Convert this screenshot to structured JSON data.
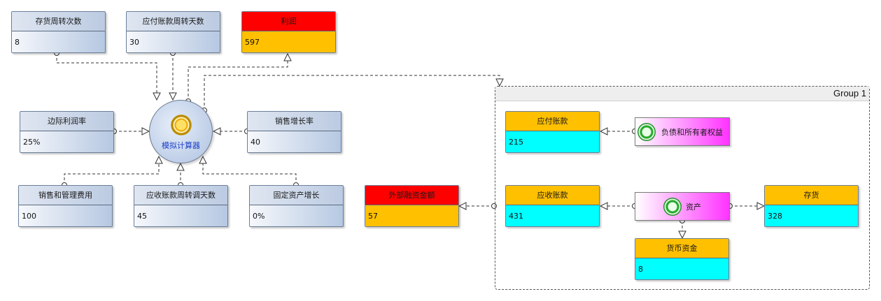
{
  "nodes": {
    "inventory_turnover": {
      "title": "存货周转次数",
      "value": "8"
    },
    "payables_days": {
      "title": "应付账款周转天数",
      "value": "30"
    },
    "profit": {
      "title": "利润",
      "value": "597"
    },
    "margin": {
      "title": "边际利润率",
      "value": "25%"
    },
    "sales_growth": {
      "title": "销售增长率",
      "value": "40"
    },
    "sga": {
      "title": "销售和管理费用",
      "value": "100"
    },
    "receivables_days": {
      "title": "应收账款周转调天数",
      "value": "45"
    },
    "fixed_asset_growth": {
      "title": "固定资产增长",
      "value": "0%"
    },
    "external_financing": {
      "title": "外部融资金额",
      "value": "57"
    },
    "accounts_payable": {
      "title": "应付账款",
      "value": "215"
    },
    "accounts_receivable": {
      "title": "应收账款",
      "value": "431"
    },
    "inventory": {
      "title": "存货",
      "value": "328"
    },
    "cash": {
      "title": "货币资金",
      "value": "8"
    }
  },
  "calculator": {
    "label": "模拟计算器",
    "icon": "target-icon"
  },
  "liabilities_equity": {
    "label": "负债和所有者权益",
    "icon": "green-circle-icon"
  },
  "assets": {
    "label": "资产",
    "icon": "green-circle-icon"
  },
  "group": {
    "title": "Group 1"
  },
  "colors": {
    "node_blue": "#bccbe2",
    "header_red": "#ff0000",
    "value_amber": "#ffc000",
    "value_cyan": "#00ffff",
    "pink": "#ff33ff"
  }
}
